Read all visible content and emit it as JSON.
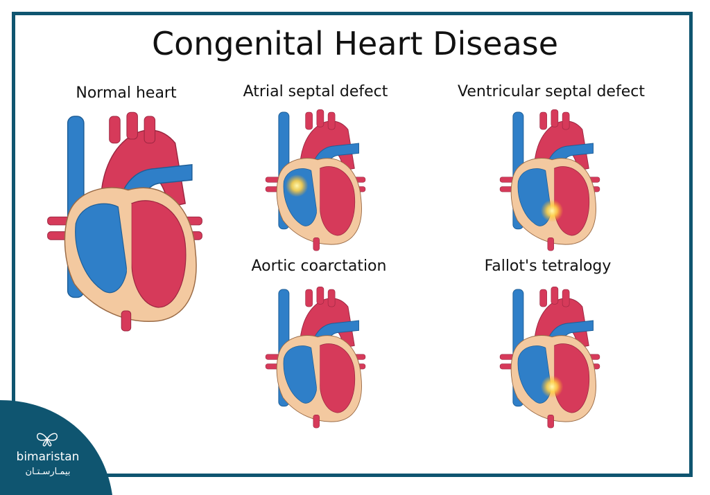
{
  "title": "Congenital Heart Disease",
  "panels": [
    {
      "label": "Normal heart"
    },
    {
      "label": "Atrial septal defect"
    },
    {
      "label": "Ventricular septal defect"
    },
    {
      "label": "Aortic coarctation"
    },
    {
      "label": "Fallot's tetralogy"
    }
  ],
  "brand": {
    "name": "bimaristan",
    "arabic": "بيمـارسـتـان"
  },
  "colors": {
    "frame": "#0f5570",
    "oxygenated": "#d63a5a",
    "deoxygenated": "#2f7fc8",
    "muscle": "#f3c9a0",
    "defect_glow": "#ffd24a"
  }
}
